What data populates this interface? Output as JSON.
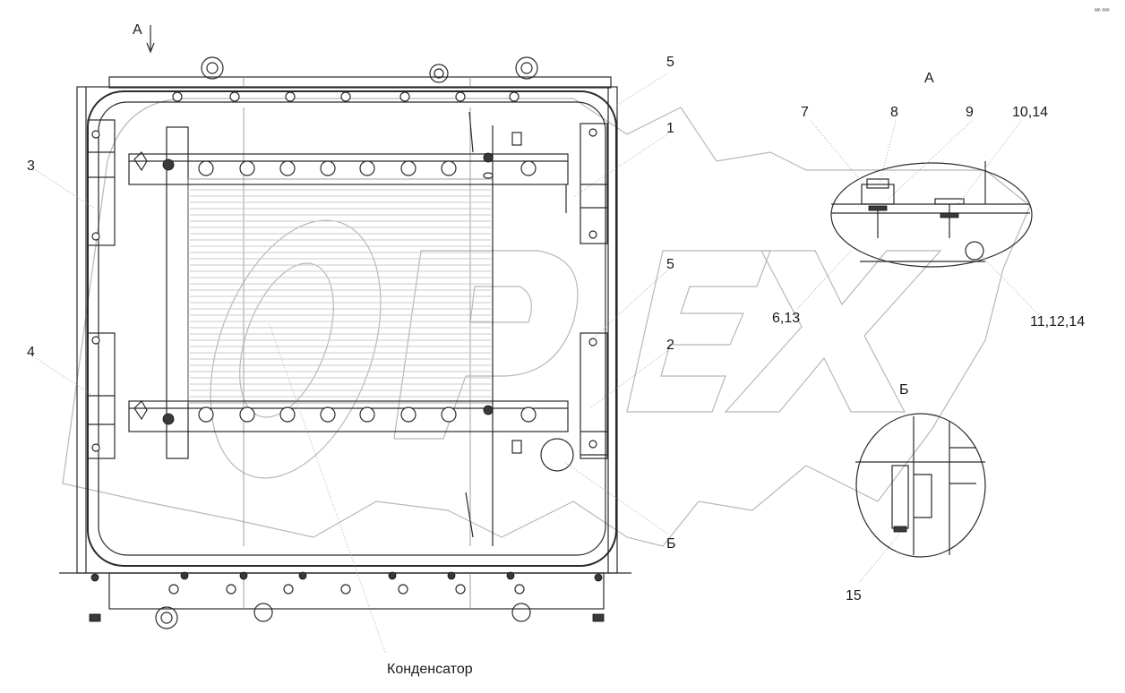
{
  "drawing": {
    "view_arrow_label": "А",
    "view_a_title": "А",
    "view_b_title": "Б",
    "callout_b": "Б",
    "caption": "Конденсатор",
    "watermark": "OPEX",
    "corner_mark": "ᵃᵐ ᵒᵒᵒ"
  },
  "callouts": {
    "c1": "1",
    "c2": "2",
    "c3": "3",
    "c4": "4",
    "c5_top": "5",
    "c5_mid": "5",
    "c7": "7",
    "c8": "8",
    "c9": "9",
    "c10_14": "10,14",
    "c6_13": "6,13",
    "c11_12_14": "11,12,14",
    "c15": "15"
  }
}
